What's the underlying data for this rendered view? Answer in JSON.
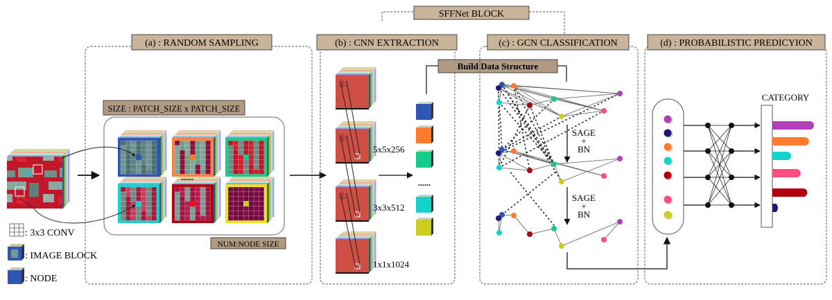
{
  "title": "SFFNet BLOCK",
  "sections": {
    "a": {
      "label": "(a) : RANDOM SAMPLING",
      "size_label": "SIZE : PATCH_SIZE x PATCH_SIZE",
      "num_label": "NUM:NODE SIZE",
      "ellipsis": "......"
    },
    "b": {
      "label": "(b) : CNN EXTRACTION",
      "build_label": "Build Data Structure",
      "dims": [
        "5x5x256",
        "3x3x512",
        "1x1x1024"
      ],
      "ellipsis": "......"
    },
    "c": {
      "label": "(c) : GCN CLASSIFICATION",
      "op1": {
        "line1": "SAGE",
        "line2": "+",
        "line3": "BN"
      },
      "op2": {
        "line1": "SAGE",
        "line2": "+",
        "line3": "BN"
      }
    },
    "d": {
      "label": "(d) : PROBABILISTIC PREDICYION",
      "category_label": "CATEGORY"
    }
  },
  "legend": [
    {
      "icon": "grid-icon",
      "label": ": 3x3 CONV"
    },
    {
      "icon": "image-block-icon",
      "label": ": IMAGE BLOCK"
    },
    {
      "icon": "node-icon",
      "label": ": NODE"
    }
  ],
  "colors": {
    "blue": "#2f55b5",
    "navy": "#1d1878",
    "orange": "#ff7b30",
    "teal": "#16cc8c",
    "cyan": "#12d2cc",
    "red": "#b0000c",
    "pink": "#ff4b80",
    "yellow": "#cccc22",
    "purple": "#b040b8",
    "label_bg": "#c9b49a"
  },
  "patches": [
    {
      "border": "#2f55b5",
      "center": "#2f55b5"
    },
    {
      "border": "#ff8040",
      "center": "#ff7b30"
    },
    {
      "border": "#16cc8c",
      "center": "#16cc8c"
    },
    {
      "border": "#12d2cc",
      "center": "#12d2cc"
    },
    {
      "border": "#b0000c",
      "center": "#ee1111"
    },
    {
      "border": "#f0e020",
      "center": "#cccc22"
    }
  ],
  "feature_nodes": [
    "#2f55b5",
    "#ff7b30",
    "#16cc8c",
    "#12d2cc",
    "#cccc22"
  ],
  "prediction_nodes": [
    "#b040b8",
    "#1d1878",
    "#ff7b30",
    "#12d2cc",
    "#b0000c",
    "#ff4b80",
    "#cccc22"
  ],
  "category_bars": [
    {
      "color": "#b040b8",
      "value": 1.0
    },
    {
      "color": "#ff7b30",
      "value": 0.88
    },
    {
      "color": "#12d2cc",
      "value": 0.45
    },
    {
      "color": "#ff4b80",
      "value": 0.68
    },
    {
      "color": "#b0000c",
      "value": 0.84
    },
    {
      "color": "#1d1878",
      "value": 0.12
    }
  ]
}
